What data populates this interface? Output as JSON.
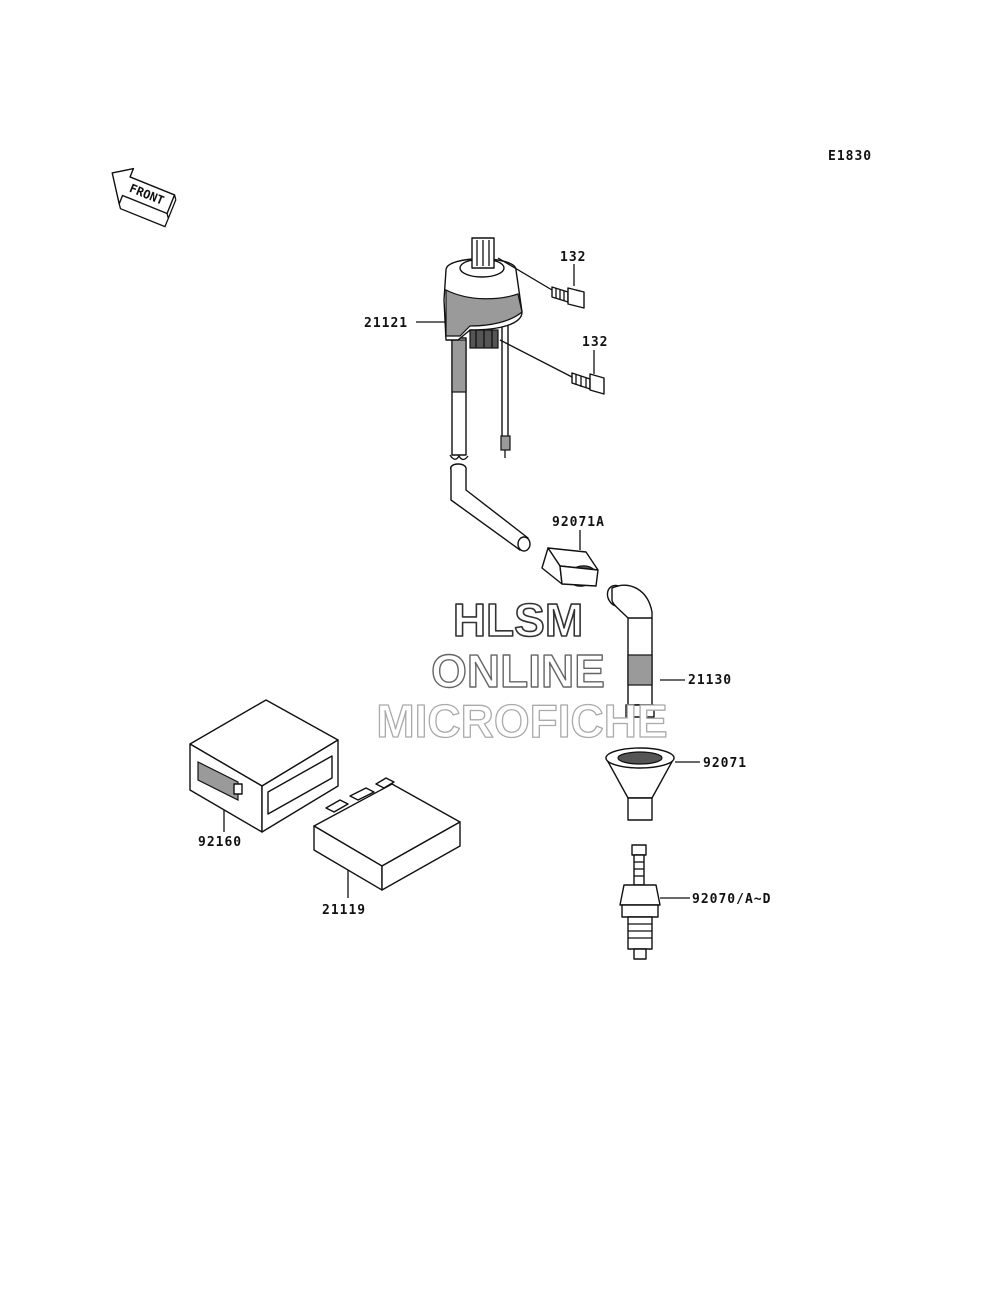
{
  "diagram_id": "E1830",
  "front_label": "FRONT",
  "watermark": {
    "line1": "HLSM",
    "line2": "ONLINE",
    "line3": "MICROFICHE"
  },
  "callouts": {
    "bolt_upper": "132",
    "bolt_lower": "132",
    "ignition_coil": "21121",
    "cap_upper": "92071A",
    "plug_lead_cap": "21130",
    "cap_lower": "92071",
    "spark_plug": "92070/A~D",
    "bracket": "92160",
    "igniter": "21119"
  }
}
